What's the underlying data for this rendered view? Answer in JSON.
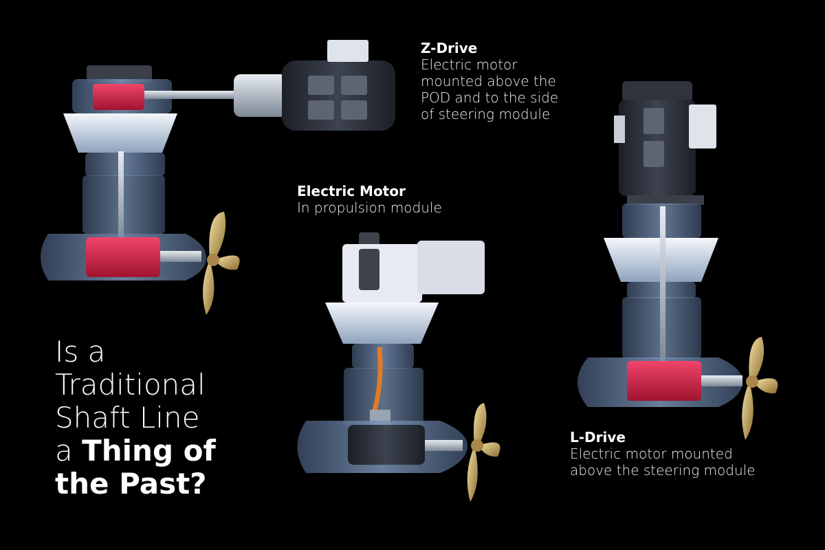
{
  "headline": {
    "line1": "Is a",
    "line2": "Traditional",
    "line3": "Shaft Line",
    "line4_prefix": "a ",
    "line4_bold": "Thing of",
    "line5_bold": "the Past?"
  },
  "labels": {
    "z_drive": {
      "heading": "Z-Drive",
      "lines": [
        "Electric motor",
        "mounted above the",
        "POD and to the side",
        "of steering module"
      ]
    },
    "electric_motor": {
      "heading": "Electric Motor",
      "lines": [
        "In propulsion module"
      ]
    },
    "l_drive": {
      "heading": "L-Drive",
      "lines": [
        "Electric motor mounted",
        "above the steering module"
      ]
    }
  },
  "colors": {
    "background": "#000000",
    "housing": "#5a6f8f",
    "motor": "#2b2f37",
    "red_motor": "#d8204a",
    "propeller": "#c9a860",
    "ring": "#dfe6ee"
  }
}
